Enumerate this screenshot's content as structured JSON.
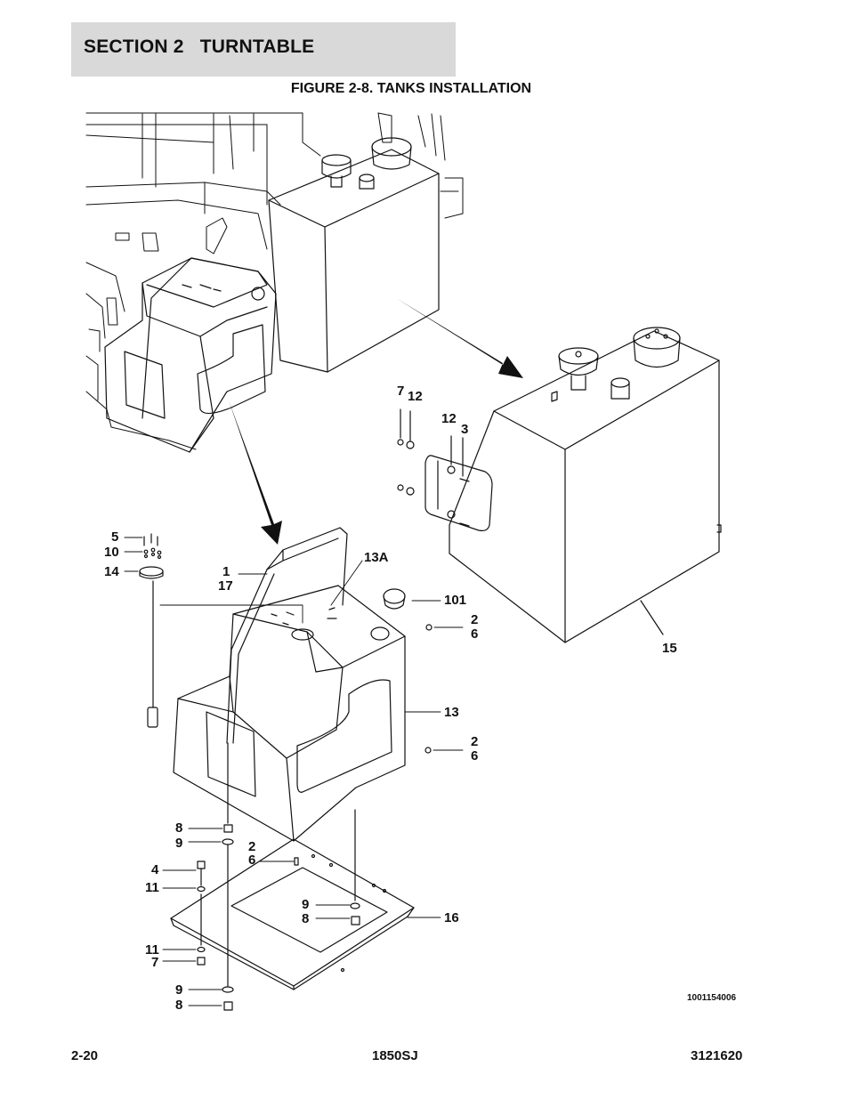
{
  "header": {
    "section": "SECTION 2   TURNTABLE"
  },
  "figure": {
    "title": "FIGURE 2-8. TANKS INSTALLATION",
    "drawing_number": "1001154006"
  },
  "callouts": {
    "c7a": "7",
    "c12a": "12",
    "c12b": "12",
    "c3": "3",
    "c5": "5",
    "c10": "10",
    "c14": "14",
    "c1": "1",
    "c17": "17",
    "c13a": "13A",
    "c101": "101",
    "c2a": "2",
    "c6a": "6",
    "c13": "13",
    "c2b": "2",
    "c6b": "6",
    "c15": "15",
    "c8a": "8",
    "c9a": "9",
    "c2c": "2",
    "c6c": "6",
    "c4": "4",
    "c11a": "11",
    "c9b": "9",
    "c8b": "8",
    "c16": "16",
    "c11b": "11",
    "c7b": "7",
    "c9c": "9",
    "c8c": "8"
  },
  "footer": {
    "page": "2-20",
    "model": "1850SJ",
    "manual_number": "3121620"
  }
}
